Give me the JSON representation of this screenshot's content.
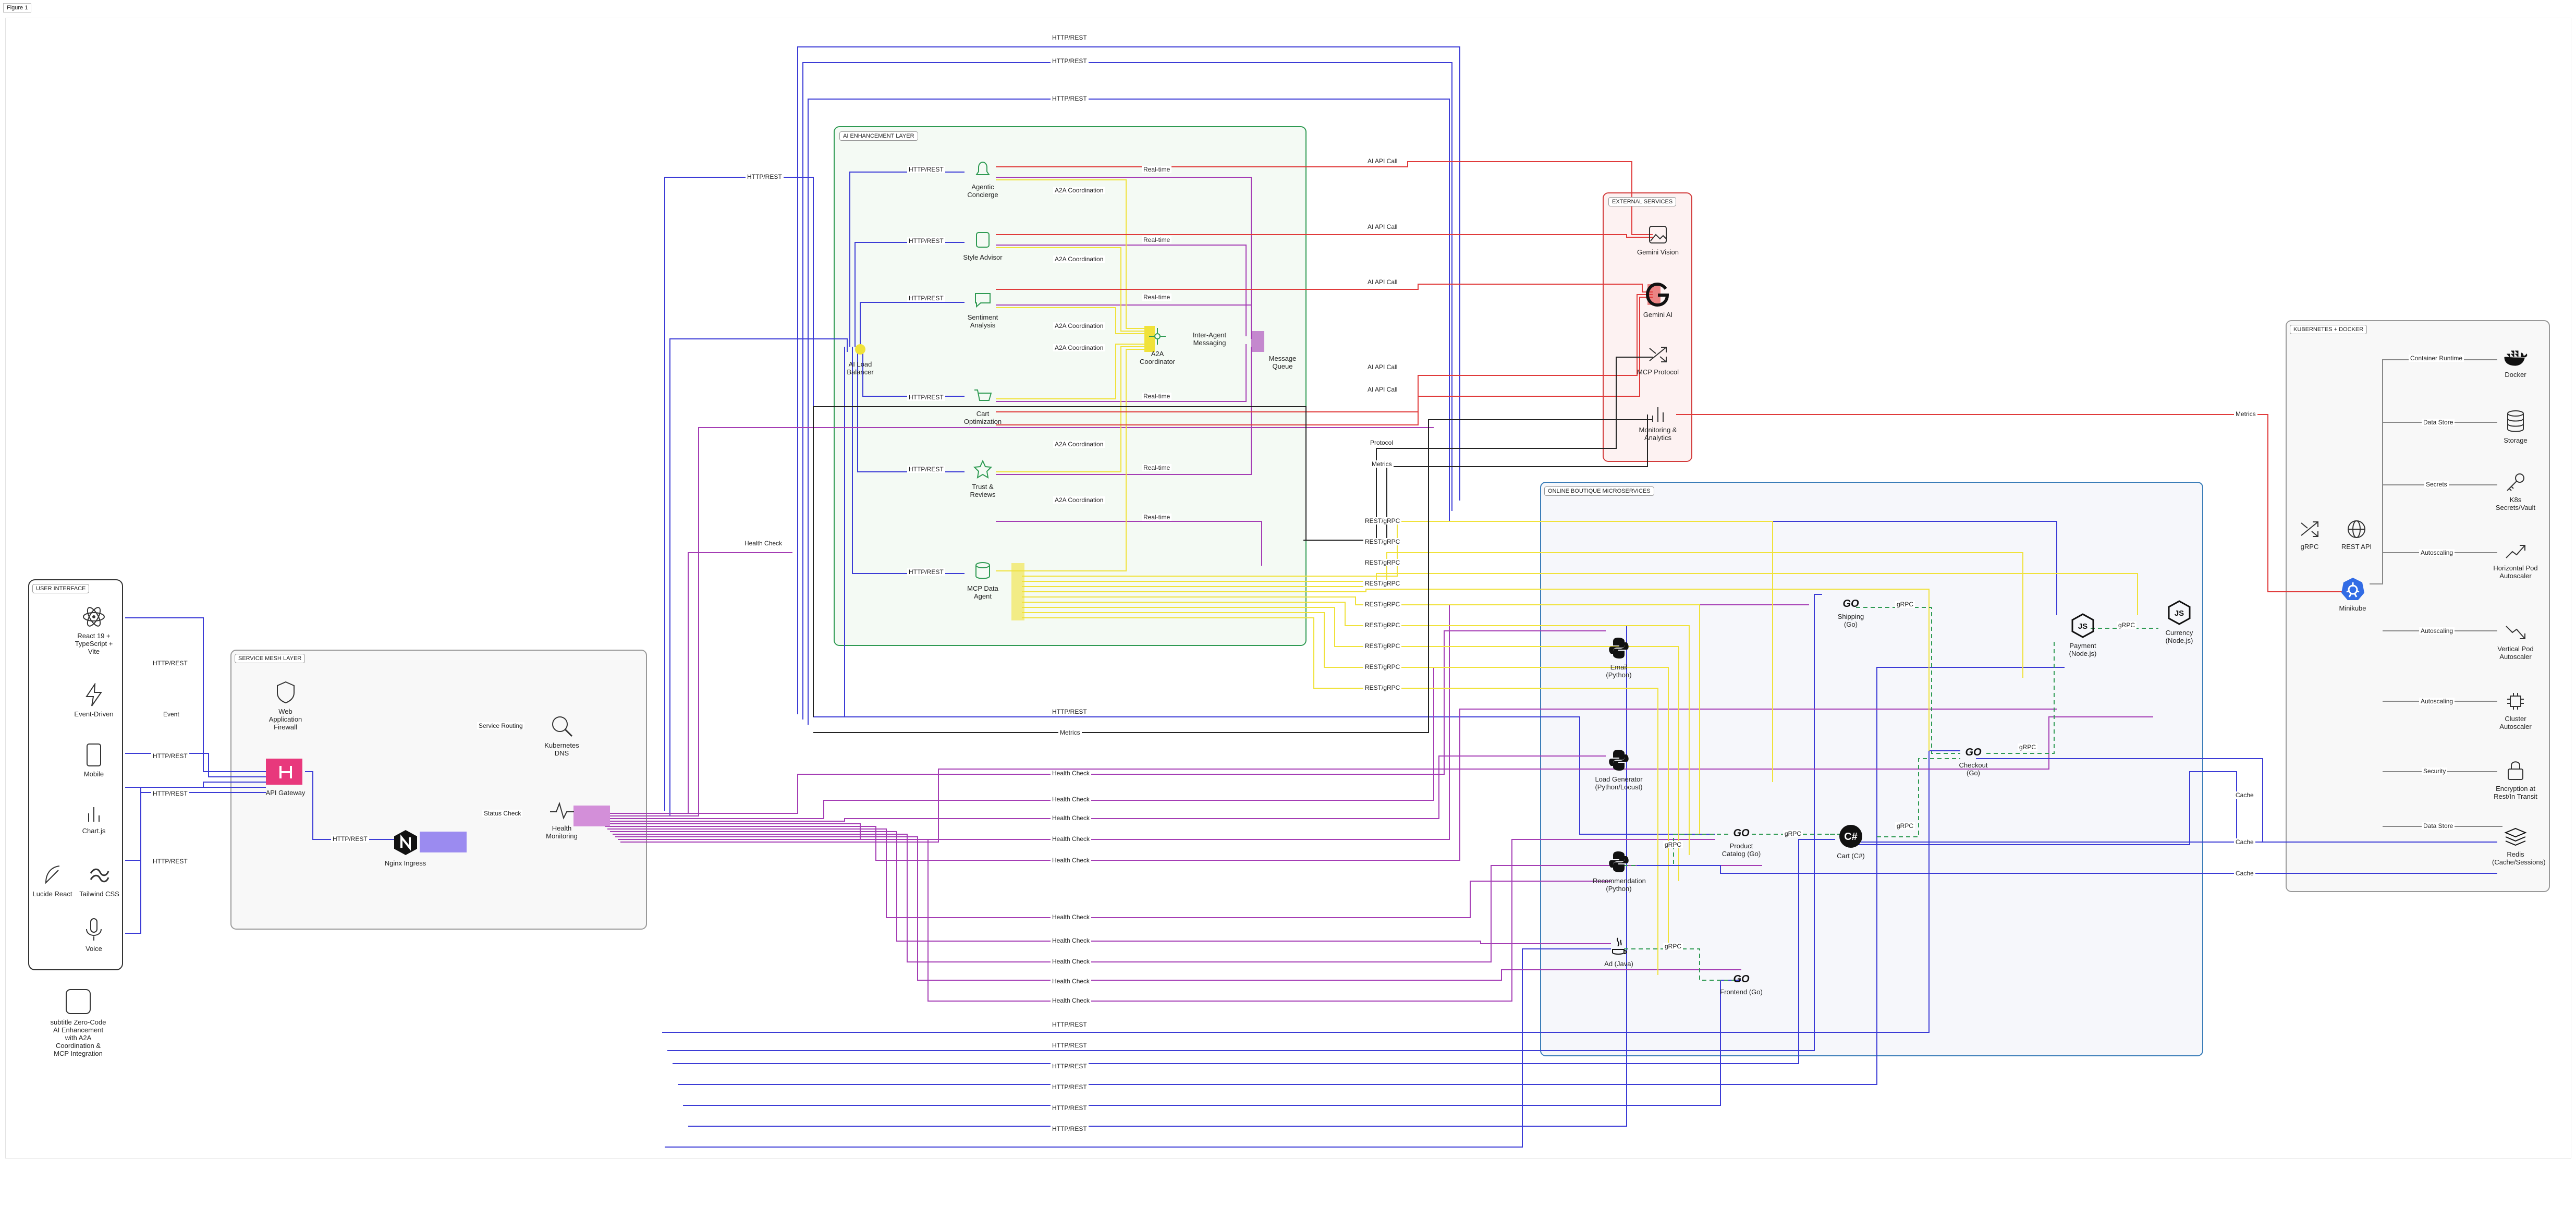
{
  "figure_label": "Figure 1",
  "groups": {
    "user_interface": "USER INTERFACE",
    "service_mesh": "SERVICE MESH LAYER",
    "ai_layer": "AI ENHANCEMENT LAYER",
    "external": "EXTERNAL SERVICES",
    "microservices": "ONLINE BOUTIQUE MICROSERVICES",
    "kubernetes": "KUBERNETES + DOCKER"
  },
  "nodes": {
    "react": "React 19 + TypeScript + Vite",
    "event_driven": "Event-Driven",
    "mobile": "Mobile",
    "chartjs": "Chart.js",
    "lucide": "Lucide React",
    "tailwind": "Tailwind CSS",
    "voice": "Voice",
    "subtitle": "subtitle Zero-Code AI Enhancement with A2A Coordination & MCP Integration",
    "waf": "Web Application Firewall",
    "api_gateway": "API Gateway",
    "kube_dns": "Kubernetes DNS",
    "nginx": "Nginx Ingress",
    "health_monitoring": "Health Monitoring",
    "ai_lb": "AI Load Balancer",
    "agentic": "Agentic Concierge",
    "style_advisor": "Style Advisor",
    "sentiment": "Sentiment Analysis",
    "cart_opt": "Cart Optimization",
    "trust": "Trust & Reviews",
    "mcp_agent": "MCP Data Agent",
    "a2a": "A2A Coordinator",
    "inter_agent": "Inter-Agent Messaging",
    "mq": "Message Queue",
    "gemini_vision": "Gemini Vision",
    "gemini_ai": "Gemini AI",
    "mcp_protocol": "MCP Protocol",
    "monitoring": "Monitoring & Analytics",
    "email": "Email (Python)",
    "loadgen": "Load Generator (Python/Locust)",
    "recommendation": "Recommendation (Python)",
    "ad": "Ad (Java)",
    "shipping": "Shipping (Go)",
    "payment": "Payment (Node.js)",
    "currency": "Currency (Node.js)",
    "checkout": "Checkout (Go)",
    "catalog": "Product Catalog (Go)",
    "cart": "Cart (C#)",
    "frontend": "Frontend (Go)",
    "grpc": "gRPC",
    "rest_api": "REST API",
    "minikube": "Minikube",
    "docker": "Docker",
    "storage": "Storage",
    "k8s_vault": "K8s Secrets/Vault",
    "hpa": "Horizontal Pod Autoscaler",
    "vpa": "Vertical Pod Autoscaler",
    "cluster_as": "Cluster Autoscaler",
    "encryption": "Encryption at Rest/In Transit",
    "redis": "Redis (Cache/Sessions)"
  },
  "edge_labels": {
    "http": "HTTP/REST",
    "event": "Event",
    "service_routing": "Service Routing",
    "status_check": "Status Check",
    "health_check": "Health Check",
    "realtime": "Real-time",
    "a2a": "A2A Coordination",
    "ai_api": "AI API Call",
    "protocol": "Protocol",
    "metrics": "Metrics",
    "rest_grpc": "REST/gRPC",
    "grpc": "gRPC",
    "cache": "Cache",
    "container_runtime": "Container Runtime",
    "data_store": "Data Store",
    "secrets": "Secrets",
    "autoscaling": "Autoscaling",
    "security": "Security"
  },
  "colors": {
    "http": "#3b3bd6",
    "health": "#a43cb4",
    "a2a": "#f0e23a",
    "ai_api": "#e03a3a",
    "protocol": "#222222",
    "grpc": "#2e9a52",
    "ai_group": "#2e9a52",
    "external_group": "#d23a3a",
    "micro_group": "#3a7db8"
  }
}
